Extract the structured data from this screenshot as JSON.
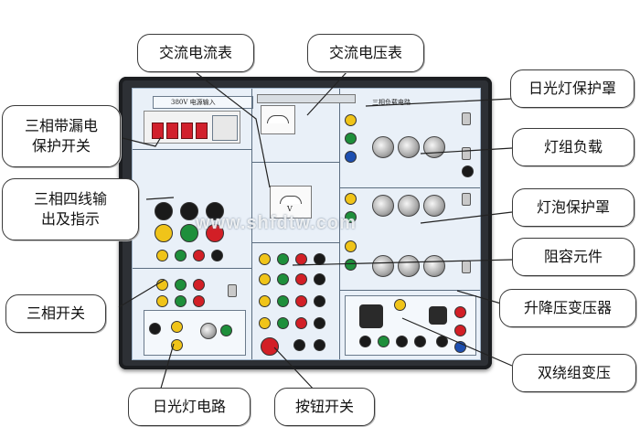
{
  "panel": {
    "top_label": "380V 电源输入",
    "lamp_section_label": "三相负载电路",
    "voltmeter_label": "V",
    "watermark": "www.shfdtw.com"
  },
  "callouts": {
    "ac_ammeter": "交流电流表",
    "ac_voltmeter": "交流电压表",
    "fluorescent_cover": "日光灯保护罩",
    "three_phase_leakage_breaker": [
      "三相带漏电",
      "保护开关"
    ],
    "lamp_group_load": "灯组负载",
    "three_phase_four_wire_output": [
      "三相四线输",
      "出及指示"
    ],
    "bulb_cover": "灯泡保护罩",
    "rc_components": "阻容元件",
    "three_phase_switch": "三相开关",
    "step_transformer": "升降压变压器",
    "dual_winding_transformer": "双绕组变压",
    "fluorescent_circuit": "日光灯电路",
    "push_button_switch": "按钮开关"
  },
  "colors": {
    "panel_frame": "#2d3035",
    "panel_face": "#e9f0f8",
    "jack_red": "#d21f26",
    "jack_green": "#1e8f3b",
    "jack_yellow": "#f0c419",
    "jack_black": "#1a1a1a",
    "jack_blue": "#1d4fb0"
  },
  "icons": [
    "breaker-switch-icon",
    "indicator-lamp-icon",
    "banana-jack-icon",
    "bulb-icon",
    "toggle-switch-icon",
    "meter-dial-icon",
    "transformer-icon",
    "push-button-icon"
  ]
}
